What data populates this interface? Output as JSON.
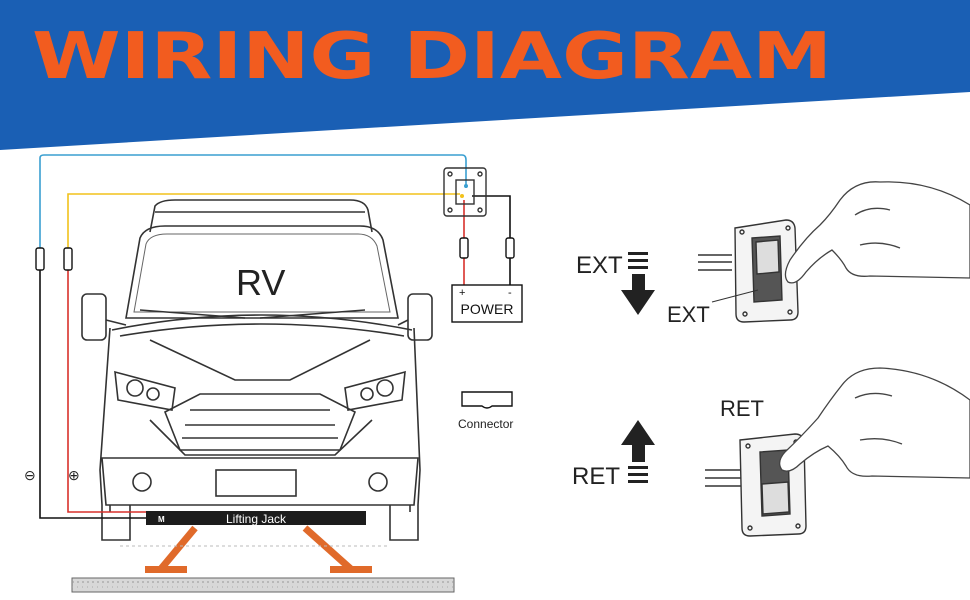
{
  "header": {
    "title": "WIRING DIAGRAM",
    "band_color": "#1a5fb4",
    "title_color": "#f25c1f"
  },
  "labels": {
    "rv": "RV",
    "power": "POWER",
    "power_plus": "+",
    "power_minus": "-",
    "connector": "Connector",
    "jack": "Lifting Jack",
    "jack_badge": "M",
    "negative_symbol": "⊖",
    "positive_symbol": "⊕",
    "ext_arrow_label": "EXT",
    "ext_switch_label": "EXT",
    "ret_arrow_label": "RET",
    "ret_switch_label": "RET"
  },
  "wires": {
    "blue": "#3a9fd1",
    "yellow": "#f2c21b",
    "red": "#d9312b",
    "black": "#111111"
  }
}
